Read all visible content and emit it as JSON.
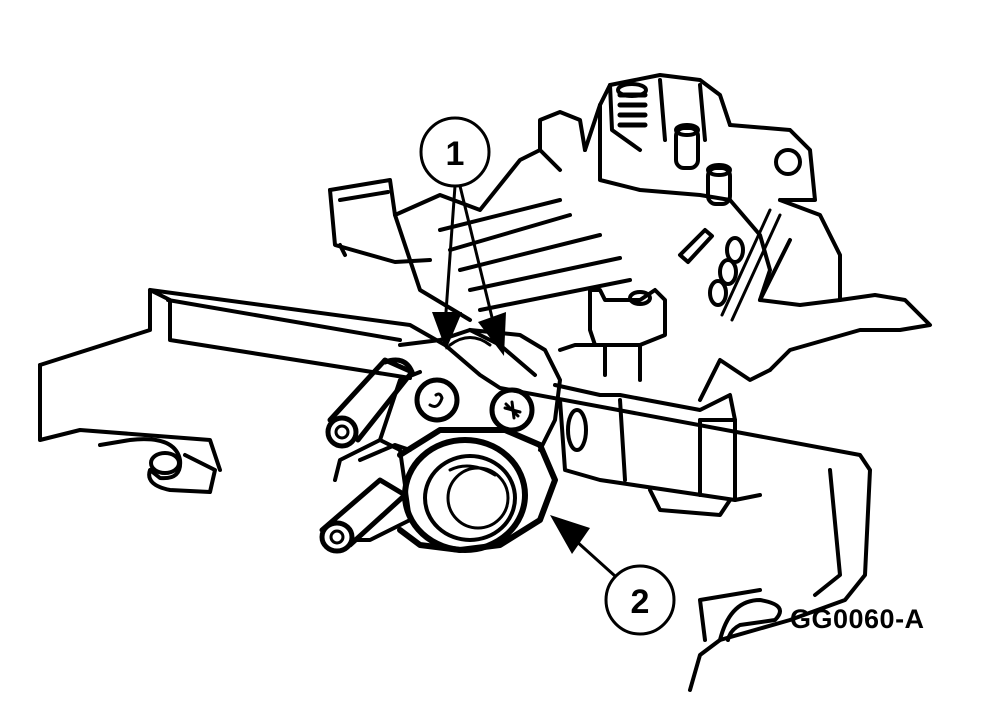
{
  "figure": {
    "code": "GG0060-A",
    "callouts": [
      {
        "number": "1"
      },
      {
        "number": "2"
      }
    ]
  },
  "colors": {
    "ink": "#000000",
    "paper": "#ffffff"
  }
}
